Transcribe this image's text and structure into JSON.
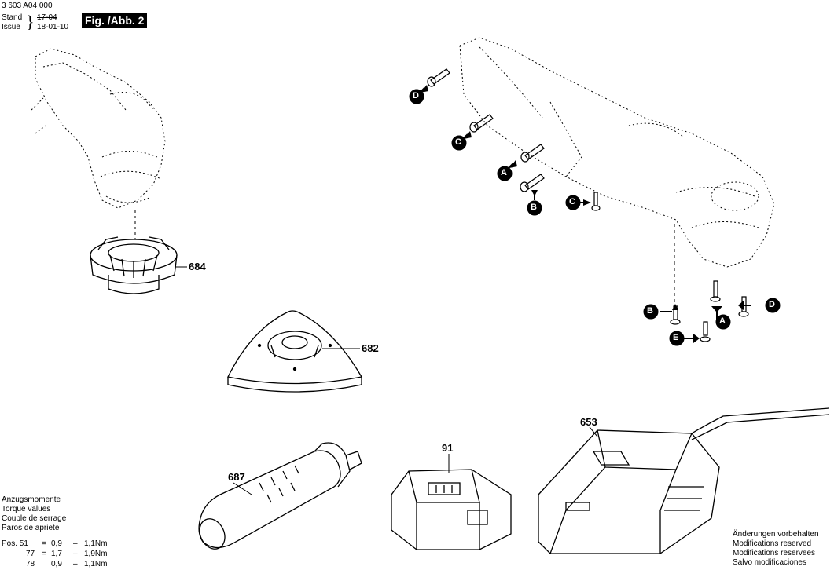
{
  "header": {
    "part_number": "3 603 A04 000",
    "stand_label": "Stand",
    "issue_label": "Issue",
    "stand_value": "17-04",
    "issue_value": "18-01-10",
    "figure_tag": "Fig. /Abb. 2"
  },
  "parts": {
    "p684": "684",
    "p682": "682",
    "p653": "653",
    "p91": "91",
    "p687": "687"
  },
  "callouts": {
    "a": "A",
    "b": "B",
    "c": "C",
    "d": "D",
    "e": "E"
  },
  "torque": {
    "lines": [
      "Anzugsmomente",
      "Torque values",
      "Couple de serrage",
      "Paros de apriete"
    ],
    "rows": [
      {
        "pos": "Pos. 51",
        "eq": "=",
        "min": "0,9",
        "dash": "–",
        "max": "1,1Nm"
      },
      {
        "pos": "77",
        "eq": "=",
        "min": "1,7",
        "dash": "–",
        "max": "1,9Nm"
      },
      {
        "pos": "78",
        "eq": "",
        "min": "0,9",
        "dash": "–",
        "max": "1,1Nm"
      }
    ]
  },
  "notes": [
    "Änderungen vorbehalten",
    "Modifications reserved",
    "Modifications reservees",
    "Salvo modificaciones"
  ]
}
